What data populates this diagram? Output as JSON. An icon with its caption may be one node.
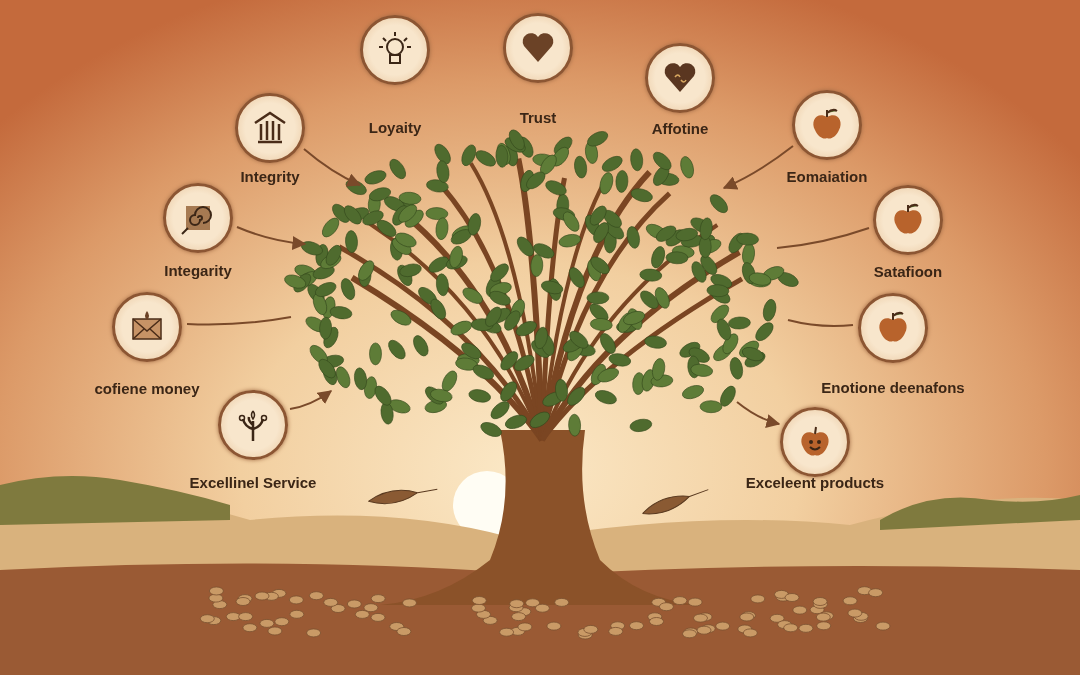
{
  "diagram": {
    "nodes": [
      {
        "text": [
          "Loyaity"
        ]
      },
      {
        "text": [
          "Trust"
        ]
      },
      {
        "text": [
          "Affotine"
        ]
      },
      {
        "text": [
          "Integrity"
        ]
      },
      {
        "text": [
          "Eomaiation"
        ]
      },
      {
        "text": [
          "Integarity"
        ]
      },
      {
        "text": [
          "Satafioon"
        ]
      },
      {
        "text": [
          "cofiene money"
        ]
      },
      {
        "text": [
          "Enotione deenafons"
        ]
      },
      {
        "text": [
          "Excellinel Service"
        ]
      },
      {
        "text": [
          "Exceleent products"
        ]
      },
      {
        "text": [],
        "shape": "picture"
      }
    ],
    "edges": [
      {
        "from": 3,
        "to": 11,
        "arrow": "to"
      },
      {
        "from": 5,
        "to": 11,
        "arrow": "to"
      },
      {
        "from": 7,
        "to": 11,
        "arrow": "none"
      },
      {
        "from": 9,
        "to": 11,
        "arrow": "to"
      },
      {
        "from": 4,
        "to": 11,
        "arrow": "to"
      },
      {
        "from": 6,
        "to": 11,
        "arrow": "none"
      },
      {
        "from": 8,
        "to": 11,
        "arrow": "none"
      },
      {
        "from": 11,
        "to": 10,
        "arrow": "to"
      }
    ]
  }
}
